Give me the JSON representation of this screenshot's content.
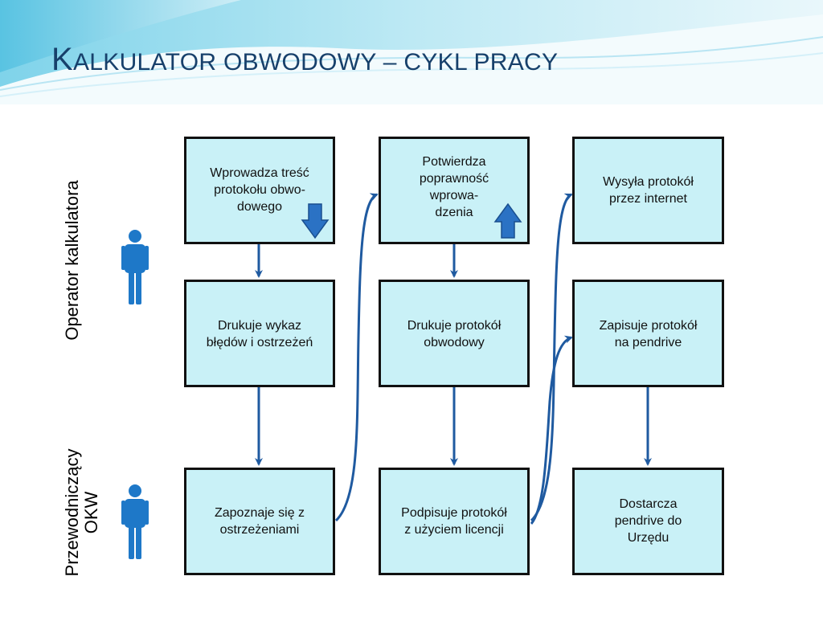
{
  "slide": {
    "title": {
      "first_letter": "K",
      "rest": "ALKULATOR OBWODOWY – CYKL PRACY"
    }
  },
  "colors": {
    "title": "#17406b",
    "box_fill": "#c9f1f7",
    "box_border": "#111111",
    "arrow": "#1f5aa0",
    "person": "#1e78c8"
  },
  "lanes": [
    {
      "label": "Operator kalkulatora",
      "icon": "person-icon"
    },
    {
      "label": "Przewodniczący\nOKW",
      "icon": "person-icon"
    }
  ],
  "steps": [
    {
      "text": "Wprowadza treść\nprotokołu obwo-\ndowego",
      "icon": "down-arrow-icon"
    },
    {
      "text": "Drukuje wykaz\nbłędów i ostrzeżeń"
    },
    {
      "text": "Zapoznaje się z\nostrzeżeniami"
    },
    {
      "text": "Potwierdza\npoprawność\nwprowa-\ndzenia",
      "icon": "up-arrow-icon"
    },
    {
      "text": "Drukuje protokół\nobwodowy"
    },
    {
      "text": "Podpisuje protokół\nz użyciem licencji"
    },
    {
      "text": "Wysyła protokół\nprzez internet"
    },
    {
      "text": "Zapisuje protokół\nna pendrive"
    },
    {
      "text": "Dostarcza\npendrive do\nUrzędu"
    }
  ]
}
